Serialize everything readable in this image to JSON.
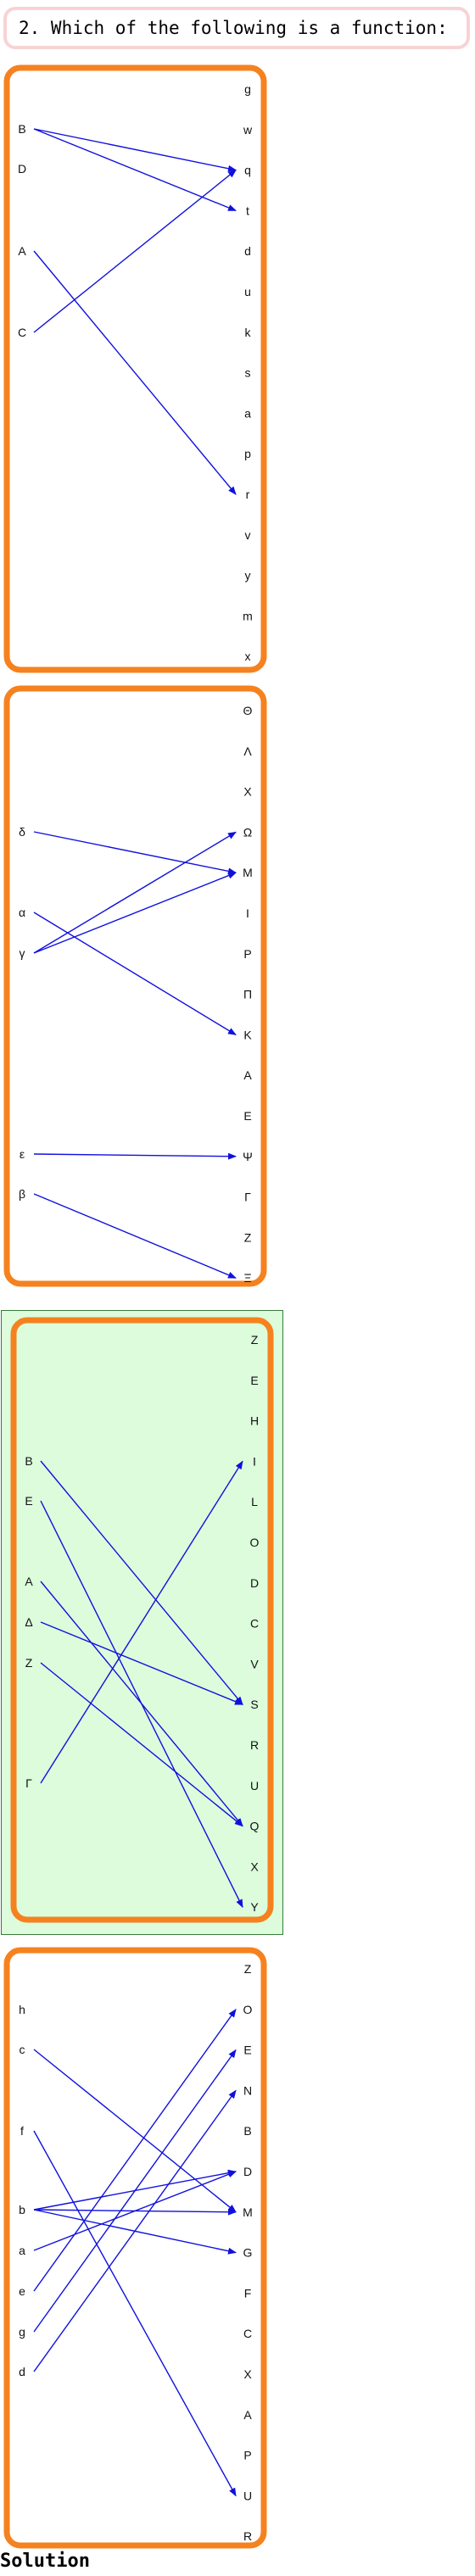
{
  "question": "2. Which of the following is a function:",
  "solution_label": "Solution",
  "colors": {
    "frame": "#f5821f",
    "arrow": "#1010dd",
    "selected_bg": "#dcfcdc",
    "question_border": "#f8d3d3"
  },
  "options": [
    {
      "selected": false,
      "domain": [
        "B",
        "D",
        "A",
        "C"
      ],
      "codomain": [
        "g",
        "w",
        "q",
        "t",
        "d",
        "u",
        "k",
        "s",
        "a",
        "p",
        "r",
        "v",
        "y",
        "m",
        "x"
      ],
      "arrows": [
        [
          "B",
          "q"
        ],
        [
          "B",
          "t"
        ],
        [
          "A",
          "r"
        ],
        [
          "C",
          "q"
        ]
      ]
    },
    {
      "selected": false,
      "domain": [
        "δ",
        "α",
        "γ",
        "ε",
        "β"
      ],
      "codomain": [
        "Θ",
        "Λ",
        "X",
        "Ω",
        "M",
        "I",
        "P",
        "Π",
        "K",
        "A",
        "E",
        "Ψ",
        "Γ",
        "Z",
        "Ξ"
      ],
      "arrows": [
        [
          "δ",
          "M"
        ],
        [
          "α",
          "K"
        ],
        [
          "γ",
          "Ω"
        ],
        [
          "γ",
          "M"
        ],
        [
          "ε",
          "Ψ"
        ],
        [
          "β",
          "Ξ"
        ]
      ]
    },
    {
      "selected": true,
      "domain": [
        "B",
        "E",
        "A",
        "Δ",
        "Z",
        "Γ"
      ],
      "codomain": [
        "Z",
        "E",
        "H",
        "I",
        "L",
        "O",
        "D",
        "C",
        "V",
        "S",
        "R",
        "U",
        "Q",
        "X",
        "Y"
      ],
      "arrows": [
        [
          "B",
          "S"
        ],
        [
          "E",
          "Y"
        ],
        [
          "A",
          "Q"
        ],
        [
          "Δ",
          "S"
        ],
        [
          "Z",
          "Q"
        ],
        [
          "Γ",
          "I"
        ]
      ]
    },
    {
      "selected": false,
      "domain": [
        "h",
        "c",
        "f",
        "b",
        "a",
        "e",
        "g",
        "d"
      ],
      "codomain": [
        "Z",
        "O",
        "E",
        "N",
        "B",
        "D",
        "M",
        "G",
        "F",
        "C",
        "X",
        "A",
        "P",
        "U",
        "R"
      ],
      "arrows": [
        [
          "c",
          "M"
        ],
        [
          "f",
          "U"
        ],
        [
          "b",
          "M"
        ],
        [
          "b",
          "G"
        ],
        [
          "b",
          "D"
        ],
        [
          "a",
          "D"
        ],
        [
          "e",
          "O"
        ],
        [
          "g",
          "E"
        ],
        [
          "d",
          "N"
        ]
      ]
    }
  ]
}
